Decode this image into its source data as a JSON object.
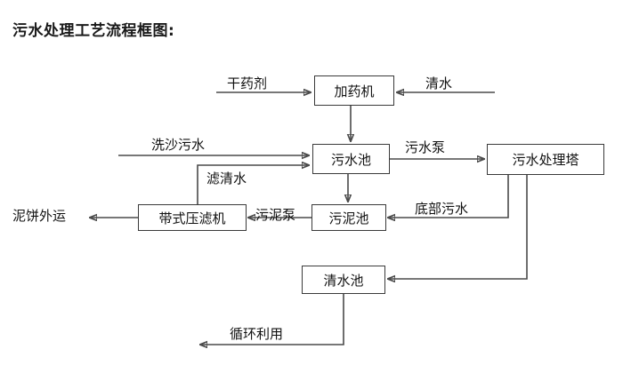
{
  "diagram": {
    "title": "污水处理工艺流程框图:",
    "nodes": [
      {
        "id": "dosing_machine",
        "label": "加药机"
      },
      {
        "id": "sewage_pool",
        "label": "污水池"
      },
      {
        "id": "treatment_tower",
        "label": "污水处理塔"
      },
      {
        "id": "belt_filter_press",
        "label": "带式压滤机"
      },
      {
        "id": "sludge_pool",
        "label": "污泥池"
      },
      {
        "id": "clear_water_pool",
        "label": "清水池"
      }
    ],
    "edge_labels": [
      {
        "id": "dry_agent",
        "label": "干药剂"
      },
      {
        "id": "clean_water_in",
        "label": "清水"
      },
      {
        "id": "sand_wash_sewage",
        "label": "洗沙污水"
      },
      {
        "id": "filtered_clear_water",
        "label": "滤清水"
      },
      {
        "id": "sewage_pump",
        "label": "污水泵"
      },
      {
        "id": "mud_cake_out",
        "label": "泥饼外运"
      },
      {
        "id": "sludge_pump",
        "label": "污泥泵"
      },
      {
        "id": "bottom_sewage",
        "label": "底部污水"
      },
      {
        "id": "recycle_reuse",
        "label": "循环利用"
      }
    ],
    "colors": {
      "background": "#ffffff",
      "stroke": "#4a4a4a",
      "box_border": "#3a3a3a",
      "text": "#111111",
      "title": "#1a1a1a"
    }
  }
}
